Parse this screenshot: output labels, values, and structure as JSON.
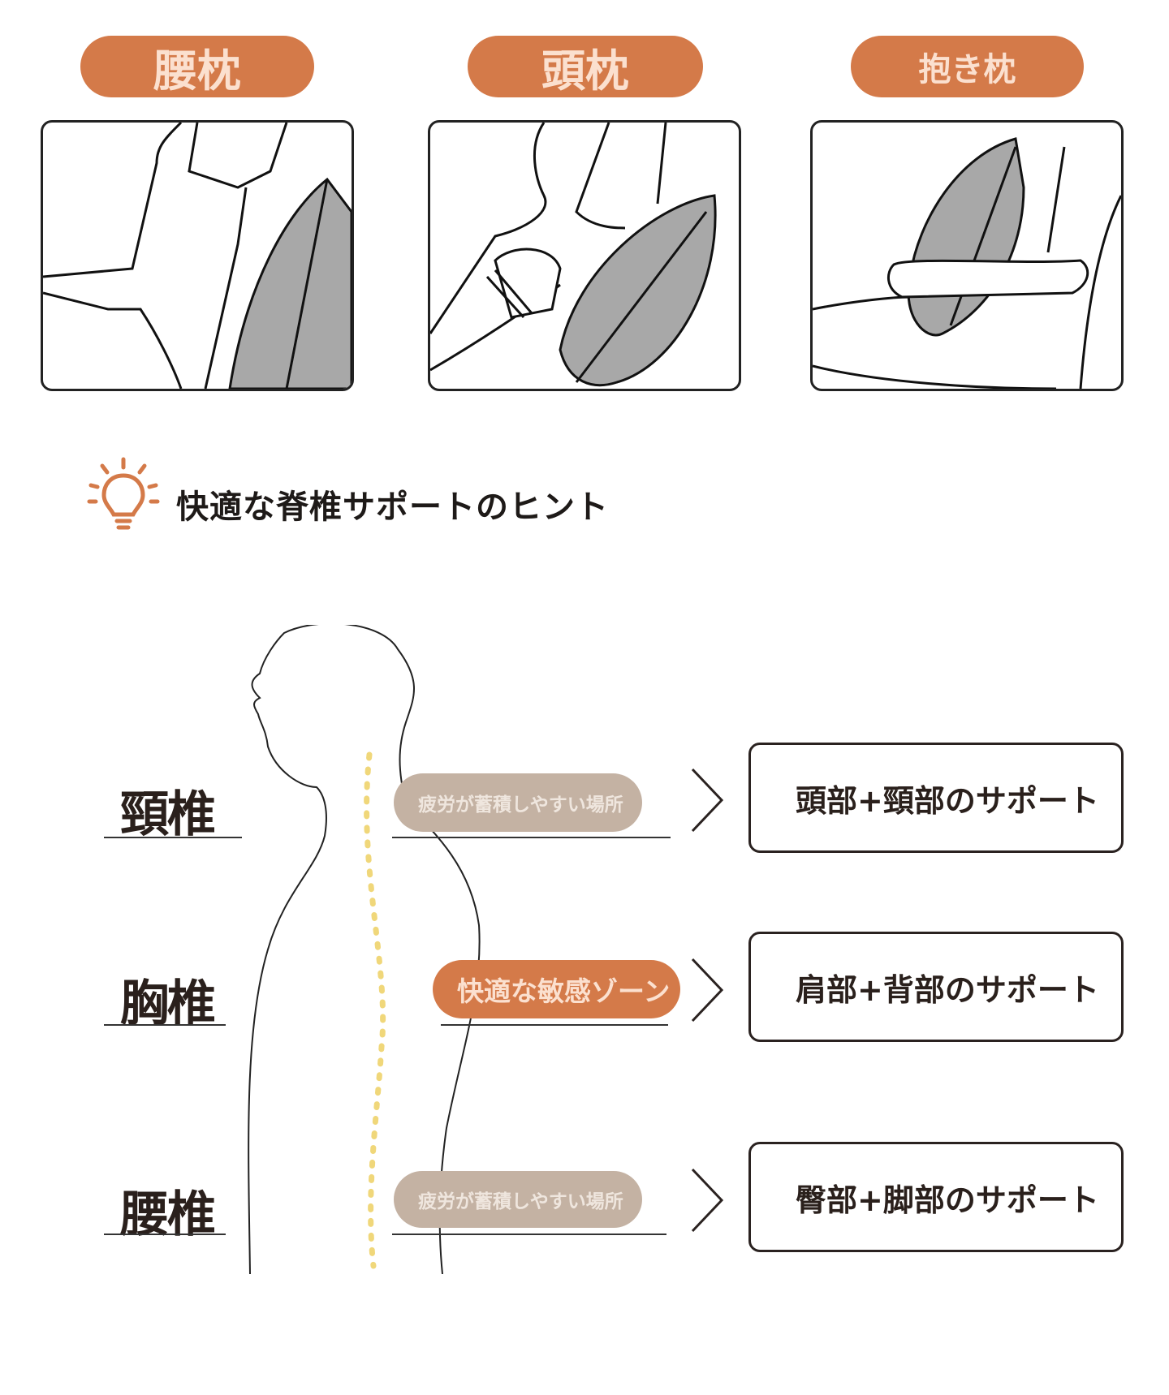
{
  "pillow_types": [
    {
      "label": "腰枕"
    },
    {
      "label": "頭枕"
    },
    {
      "label": "抱き枕"
    }
  ],
  "tips": {
    "icon": "lightbulb-icon",
    "heading": "快適な脊椎サポートのヒント"
  },
  "spine": {
    "sections": [
      {
        "label": "頸椎",
        "tag": "疲労が蓄積しやすい場所",
        "support": "頭部+頸部のサポート"
      },
      {
        "label": "胸椎",
        "tag": "快適な敏感ゾーン",
        "support": "肩部+背部のサポート"
      },
      {
        "label": "腰椎",
        "tag": "疲労が蓄積しやすい場所",
        "support": "臀部+脚部のサポート"
      }
    ]
  },
  "colors": {
    "accent": "#d47a49",
    "muted_tag": "#c4b2a3",
    "spine_dots": "#f0d77a",
    "pillow": "#a8a8a8"
  }
}
